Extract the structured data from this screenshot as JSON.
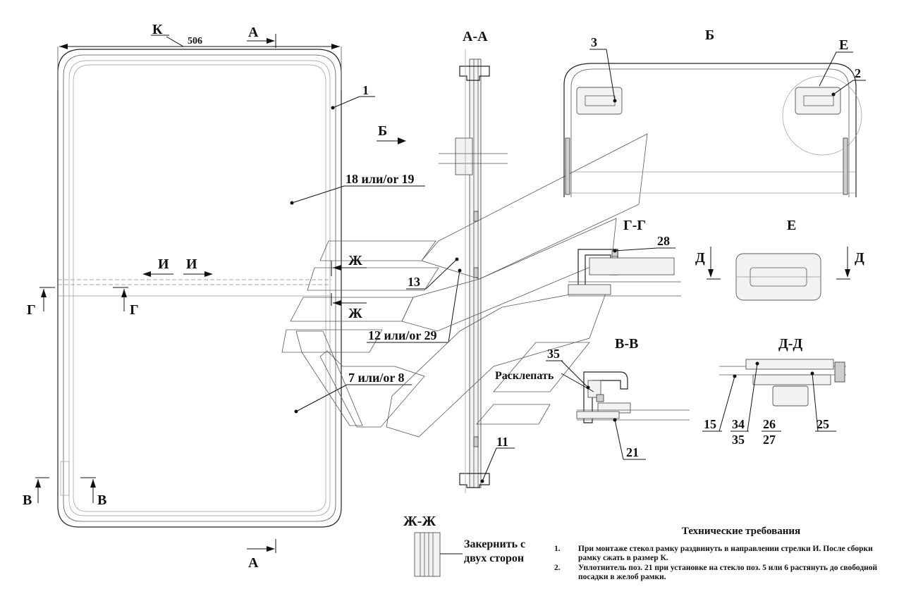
{
  "labels": {
    "K": "К",
    "width_506": "506",
    "A_top": "А",
    "A_bottom": "А",
    "view_AA": "А-А",
    "view_B": "Б",
    "arrow_B": "Б",
    "I_left": "И",
    "I_right": "И",
    "G_left": "Г",
    "G_right": "Г",
    "V_left": "В",
    "V_right": "В",
    "Zh_top": "Ж",
    "Zh_bottom": "Ж",
    "section_GG": "Г-Г",
    "view_E": "Е",
    "section_VV": "В-В",
    "section_DD": "Д-Д",
    "D_left": "Д",
    "D_right": "Д",
    "section_ZhZh": "Ж-Ж",
    "E_on_B": "Е"
  },
  "positions": {
    "p1": "1",
    "p2": "2",
    "p3": "3",
    "p11": "11",
    "p13": "13",
    "p15": "15",
    "p18_19": "18 или/or 19",
    "p7_8": "7 или/or 8",
    "p12_29": "12 или/or 29",
    "p21": "21",
    "p25": "25",
    "p26": "26",
    "p27": "27",
    "p28": "28",
    "p34": "34",
    "p35_vv": "35",
    "p35_dd": "35"
  },
  "annotations": {
    "rivet": "Расклепать",
    "core_line1": "Закернить с",
    "core_line2": "двух сторон"
  },
  "tech_requirements": {
    "title": "Технические требования",
    "items": [
      {
        "num": "1.",
        "text": "При монтаже стекол рамку раздвинуть в направлении стрелки И. После сборки рамку сжать в размер К."
      },
      {
        "num": "2.",
        "text": "Уплотнитель поз. 21 при установке на стекло поз. 5 или 6 растянуть до свободной посадки в желоб рамки."
      }
    ]
  }
}
